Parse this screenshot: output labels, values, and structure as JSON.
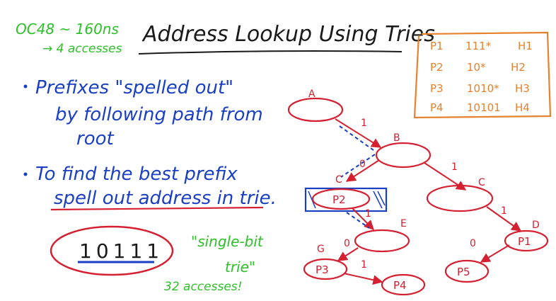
{
  "title": "Address Lookup Using Tries",
  "note_speed": "OC48 ~ 160ns",
  "note_accesses": "→ 4 accesses",
  "bullet1_line1": "Prefixes \"spelled out\"",
  "bullet1_line2": "by following path from",
  "bullet1_line3": "root",
  "bullet2_line1": "To find the best prefix",
  "bullet2_line2": "spell out address in trie.",
  "address": "10111",
  "trie_note_line1": "\"single-bit",
  "trie_note_line2": "trie\"",
  "trie_accesses": "32 accesses!",
  "table": [
    {
      "prefix": "P1",
      "bits": "111*",
      "hop": "H1"
    },
    {
      "prefix": "P2",
      "bits": "10*",
      "hop": "H2"
    },
    {
      "prefix": "P3",
      "bits": "1010*",
      "hop": "H3"
    },
    {
      "prefix": "P4",
      "bits": "10101",
      "hop": "H4"
    }
  ],
  "nodes": {
    "A": "A",
    "B": "B",
    "C": "C",
    "Cleft": "C",
    "D": "D",
    "E": "E",
    "G": "G",
    "P2": "P2",
    "P1": "P1",
    "P3": "P3",
    "P4": "P4",
    "P5": "P5"
  },
  "edges": {
    "AB": "1",
    "BC_left": "0",
    "BC_right": "1",
    "CD": "1",
    "P2E": "1",
    "EG": "0",
    "P3P4": "1",
    "DP5": "0"
  },
  "colors": {
    "blue": "#1a3fc4",
    "red": "#d42030",
    "green": "#2ec02a",
    "orange": "#e6822e",
    "black": "#1a1a1a"
  }
}
